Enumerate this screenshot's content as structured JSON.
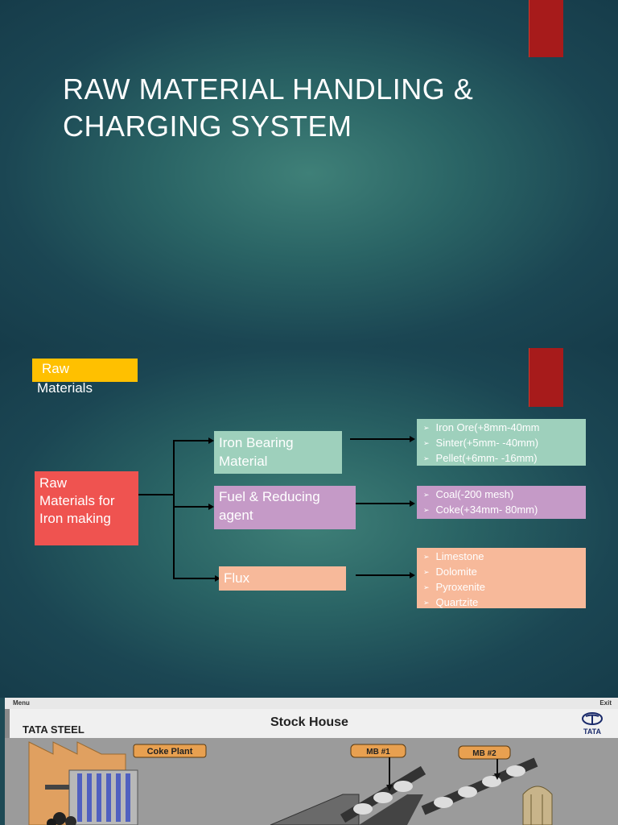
{
  "slide1": {
    "title_line1": "RAW MATERIAL HANDLING &",
    "title_line2": "CHARGING SYSTEM"
  },
  "slide2": {
    "header_line1": "Raw",
    "header_line2": "Materials",
    "root": [
      "Raw",
      "Materials for",
      "Iron making"
    ],
    "branches": [
      {
        "label_lines": [
          "Iron Bearing",
          "Material"
        ],
        "items": [
          "Iron Ore(+8mm-40mm",
          "Sinter(+5mm- -40mm)",
          "Pellet(+6mm- -16mm)"
        ]
      },
      {
        "label_lines": [
          "Fuel & Reducing",
          "agent"
        ],
        "items": [
          "Coal(-200 mesh)",
          "Coke(+34mm- 80mm)"
        ]
      },
      {
        "label_lines": [
          "Flux"
        ],
        "items": [
          "Limestone",
          "Dolomite",
          "Pyroxenite",
          "Quartzite"
        ]
      }
    ],
    "colors": {
      "root": "#ef5350",
      "iron": "#9ed0bc",
      "fuel": "#c59ac7",
      "flux": "#f7b99a",
      "header": "#ffc000"
    }
  },
  "slide3": {
    "menu": "Menu",
    "exit": "Exit",
    "brand": "TATA STEEL",
    "title": "Stock House",
    "logo_text": "TATA",
    "labels": {
      "coke_plant": "Coke Plant",
      "mb1": "MB #1",
      "mb2": "MB #2"
    }
  }
}
